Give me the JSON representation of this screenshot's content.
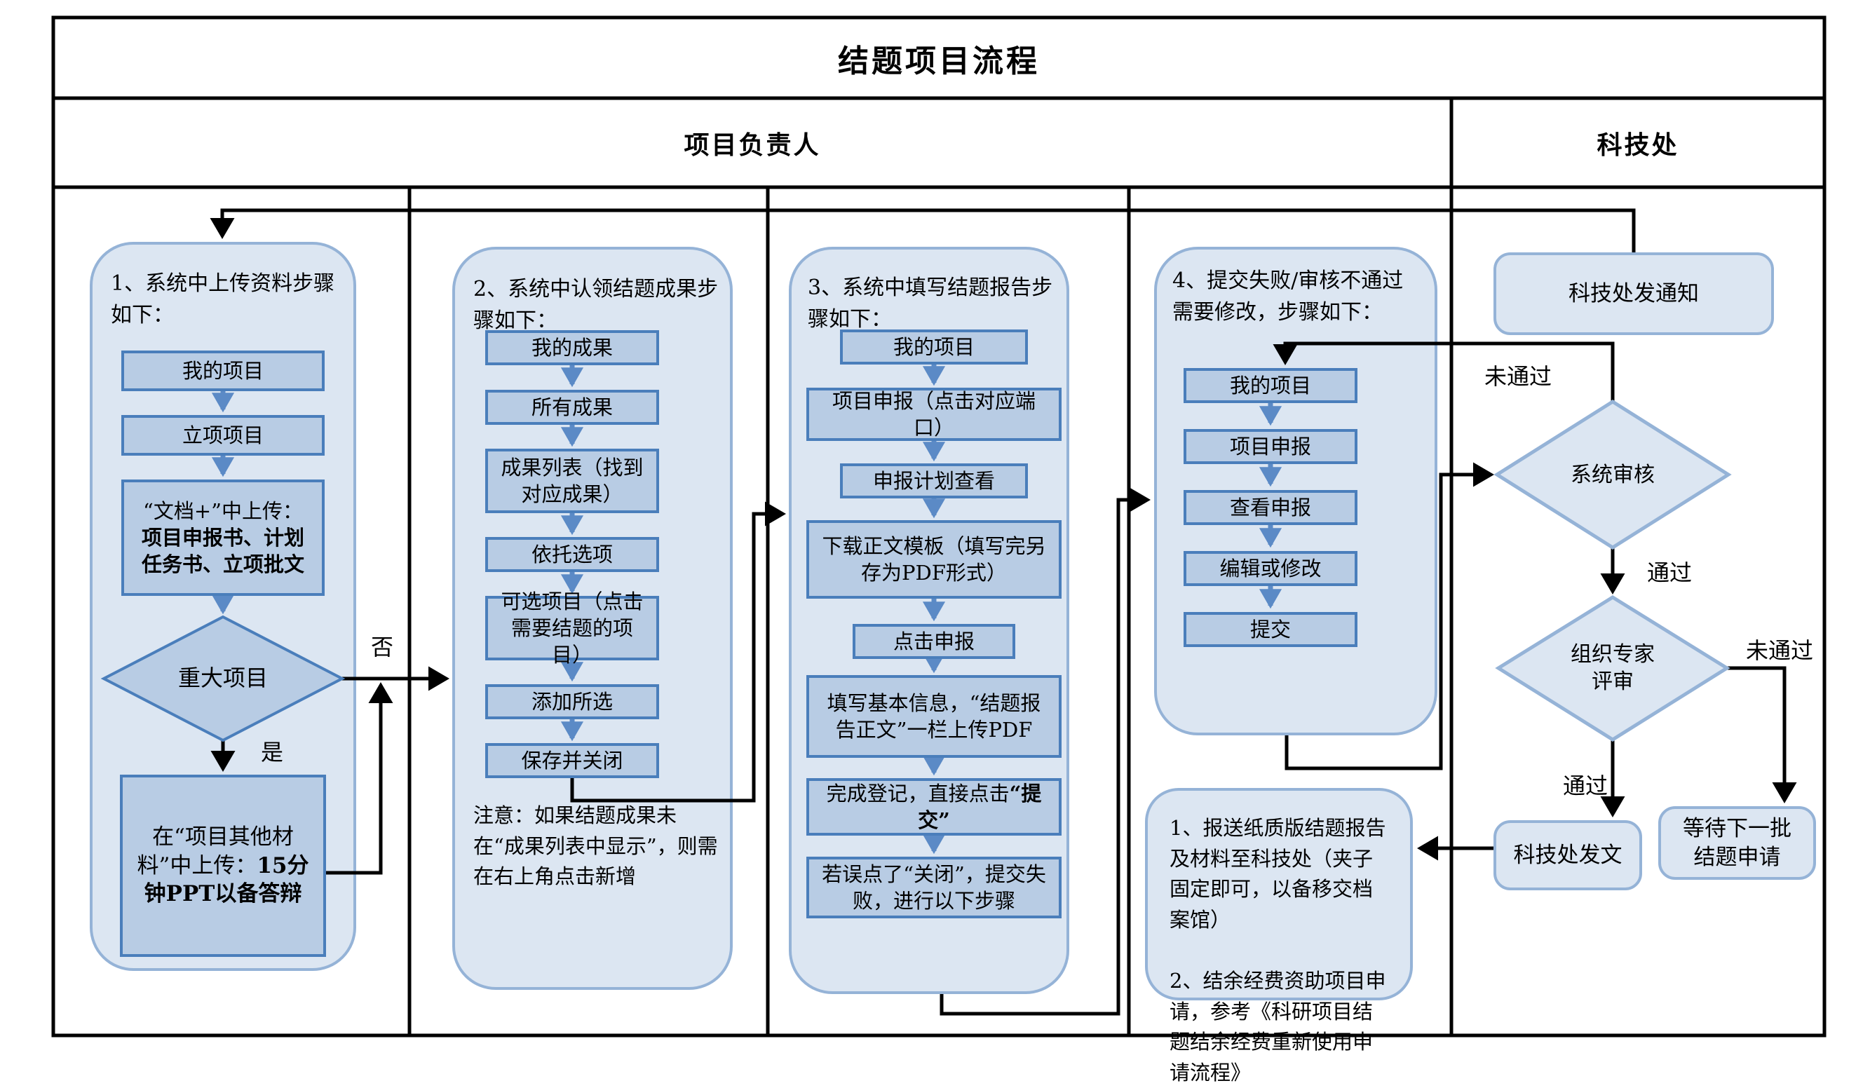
{
  "title": "结题项目流程",
  "lanes": {
    "left": "项目负责人",
    "right": "科技处"
  },
  "col1": {
    "heading": "1、系统中上传资料步骤如下：",
    "steps": [
      "我的项目",
      "立项项目",
      {
        "pre": "“文档+”中上传：",
        "bold": "项目申报书、计划任务书、立项批文"
      }
    ],
    "decision": "重大项目",
    "label_no": "否",
    "label_yes": "是",
    "final": {
      "pre": "在“项目其他材料”中上传：",
      "bold": "15分钟PPT以备答辩"
    }
  },
  "col2": {
    "heading": "2、系统中认领结题成果步骤如下：",
    "steps": [
      "我的成果",
      "所有成果",
      "成果列表（找到对应成果）",
      "依托选项",
      "可选项目（点击需要结题的项目）",
      "添加所选",
      "保存并关闭"
    ],
    "note": "注意：如果结题成果未在“成果列表中显示”，则需在右上角点击新增"
  },
  "col3": {
    "heading": "3、系统中填写结题报告步骤如下：",
    "steps": [
      "我的项目",
      "项目申报（点击对应端口）",
      "申报计划查看",
      "下载正文模板（填写完另存为PDF形式）",
      "点击申报",
      "填写基本信息，“结题报告正文”一栏上传PDF",
      {
        "pre": "完成登记，直接点击",
        "bold": "“提交”"
      },
      "若误点了“关闭”，提交失败，进行以下步骤"
    ]
  },
  "col4": {
    "heading": "4、提交失败/审核不通过需要修改，步骤如下：",
    "steps": [
      "我的项目",
      "项目申报",
      "查看申报",
      "编辑或修改",
      "提交"
    ]
  },
  "dept": {
    "notify": "科技处发通知",
    "sys_review": "系统审核",
    "expert_review": "组织专家评审",
    "issue": "科技处发文",
    "wait": "等待下一批结题申请",
    "label_pass_1": "通过",
    "label_fail_1": "未通过",
    "label_pass_2": "通过",
    "label_fail_2": "未通过",
    "note_1": "1、报送纸质版结题报告及材料至科技处（夹子固定即可，以备移交档案馆）",
    "note_2": "2、结余经费资助项目申请，参考《科研项目结题结余经费重新使用申请流程》"
  },
  "colors": {
    "container_fill": "#dce6f2",
    "container_border": "#95b3d7",
    "step_fill": "#b8cce4",
    "step_border": "#4a7ebb",
    "arrow_blue": "#5b8ac6",
    "line_black": "#000000"
  }
}
